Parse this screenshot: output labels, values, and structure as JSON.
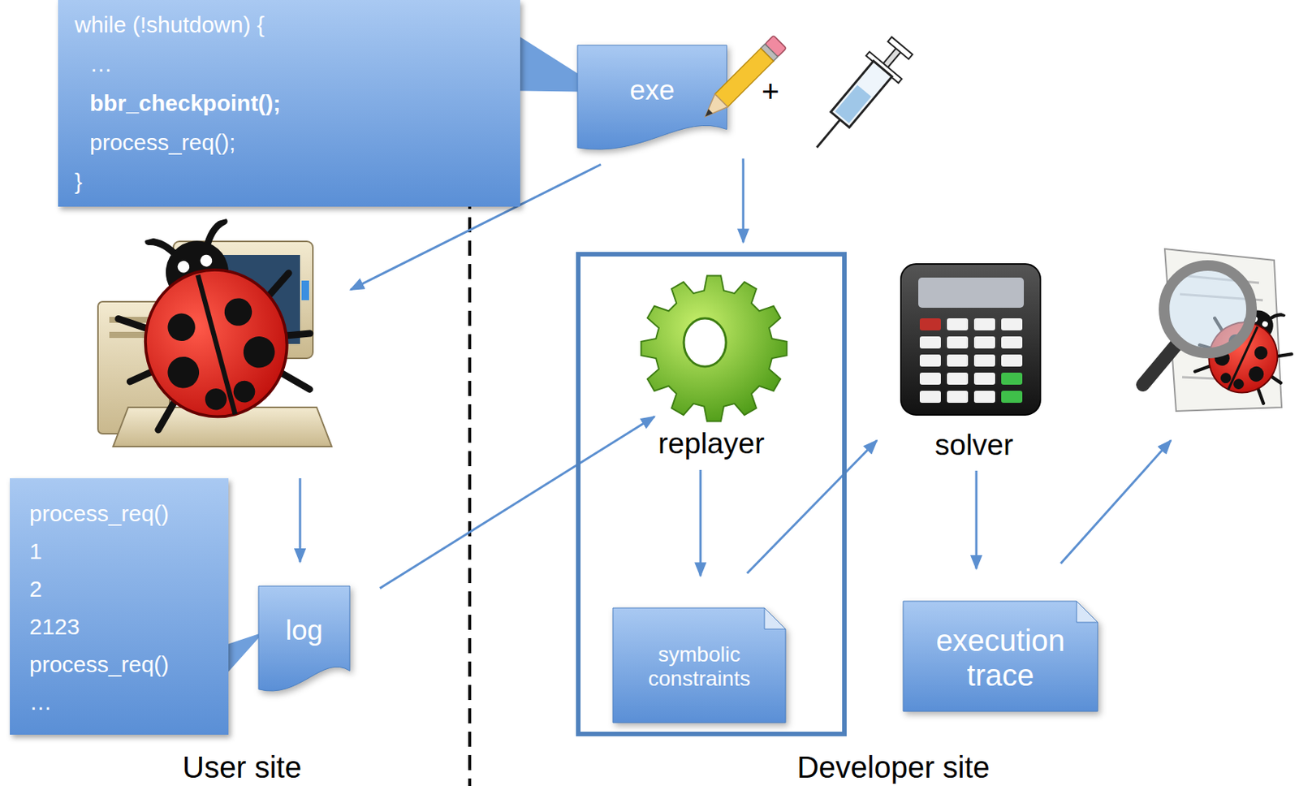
{
  "diagram": {
    "nodes": [
      {
        "text": [
          "while (!shutdown) {",
          "…",
          "bbr_checkpoint();",
          "process_req();",
          "}"
        ]
      },
      {
        "text": [
          "exe"
        ]
      },
      {
        "text": [
          "process_req()",
          "1",
          "2",
          "2123",
          "process_req()",
          "…"
        ]
      },
      {
        "text": [
          "log"
        ]
      },
      {
        "text": [
          "replayer"
        ]
      },
      {
        "text": [
          "symbolic constraints"
        ],
        "in": 4
      },
      {
        "text": [
          "execution trace"
        ]
      }
    ],
    "edges": [
      {
        "from": 1,
        "to": 4,
        "arrow": "to"
      },
      {
        "from": 3,
        "to": 4,
        "arrow": "to"
      },
      {
        "from": 4,
        "to": 5,
        "arrow": "to"
      }
    ],
    "labels": [
      "+",
      "User site",
      "Developer site",
      "solver"
    ]
  }
}
